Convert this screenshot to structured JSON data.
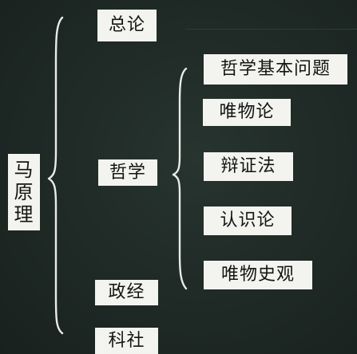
{
  "root": {
    "chars": [
      "马",
      "原",
      "理"
    ]
  },
  "branches": {
    "zonglun": "总论",
    "zhexue": "哲学",
    "zhengjing": "政经",
    "keshe": "科社"
  },
  "zhexue_children": [
    "哲学基本问题",
    "唯物论",
    "辩证法",
    "认识论",
    "唯物史观"
  ],
  "colors": {
    "background": "#1f2a27",
    "card": "#f3f4ef",
    "text": "#141414",
    "brace": "#e9ece6"
  }
}
